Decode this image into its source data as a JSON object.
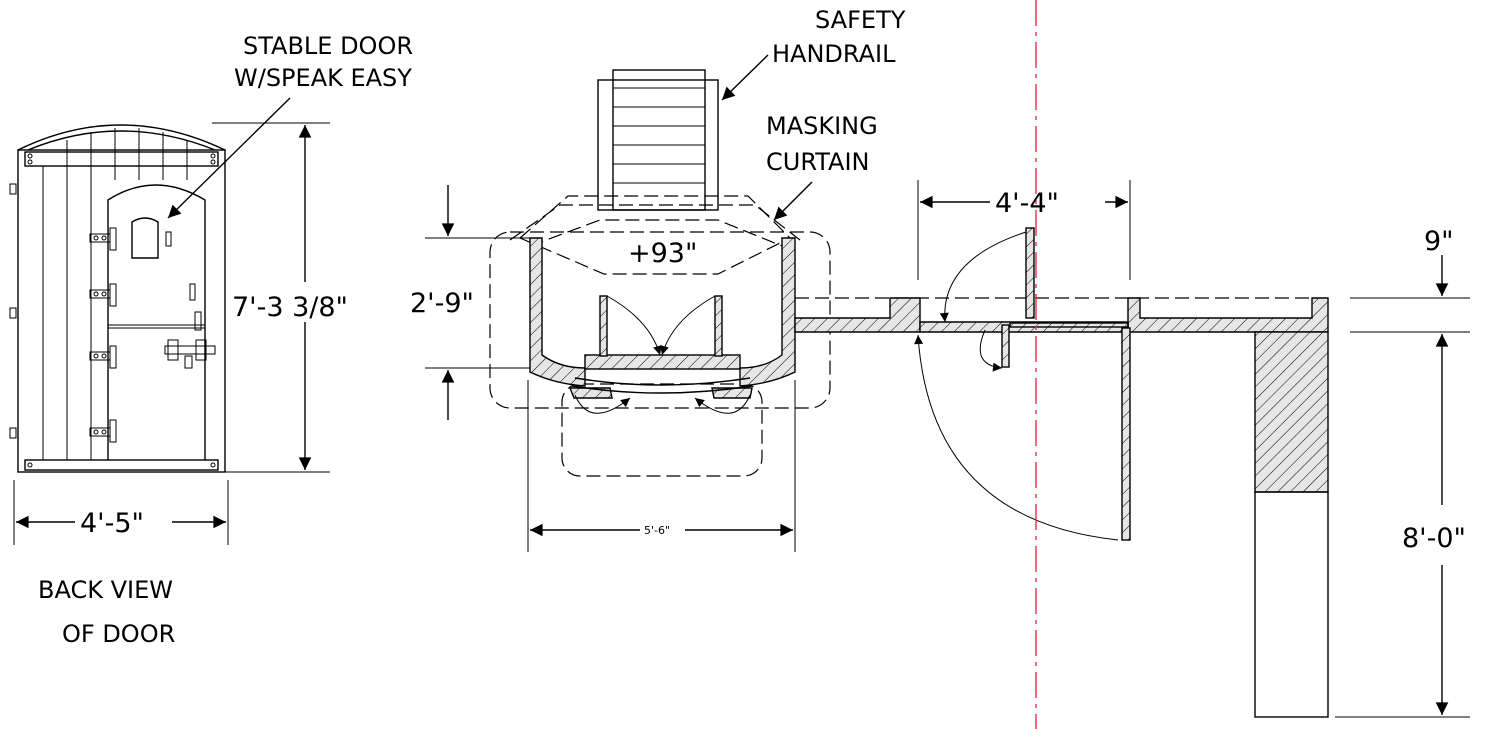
{
  "labels": {
    "stable_door": [
      "STABLE DOOR",
      "W/SPEAK EASY"
    ],
    "safety_handrail": [
      "SAFETY",
      "HANDRAIL"
    ],
    "masking_curtain": [
      "MASKING",
      "CURTAIN"
    ],
    "back_view": [
      "BACK VIEW",
      "OF DOOR"
    ]
  },
  "dimensions": {
    "door_height": "7'-3 3/8\"",
    "door_width": "4'-5\"",
    "booth_depth": "2'-9\"",
    "booth_width": "5'-6\"",
    "booth_height": "+93\"",
    "door_swing_width": "4'-4\"",
    "step_height": "9\"",
    "stage_height": "8'-0\""
  },
  "colors": {
    "line": "#000000",
    "centerline": "#e0304a"
  }
}
